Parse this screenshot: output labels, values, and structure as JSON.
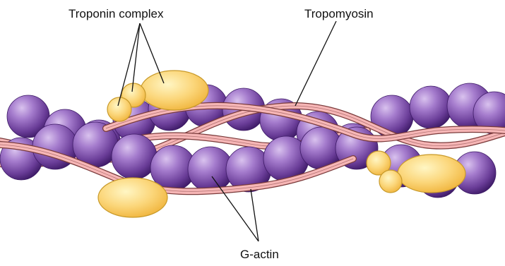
{
  "labels": {
    "troponin": "Troponin complex",
    "tropomyosin": "Tropomyosin",
    "gactin": "G-actin"
  },
  "colors": {
    "actin_light": "#b48ed6",
    "actin_mid": "#7a4aa6",
    "actin_dark": "#3d1a66",
    "tropomyosin_fill": "#f6b6b6",
    "tropomyosin_edge": "#7a3b3b",
    "troponin_light": "#fff2a6",
    "troponin_mid": "#f5c85a",
    "troponin_edge": "#c89a2a"
  }
}
